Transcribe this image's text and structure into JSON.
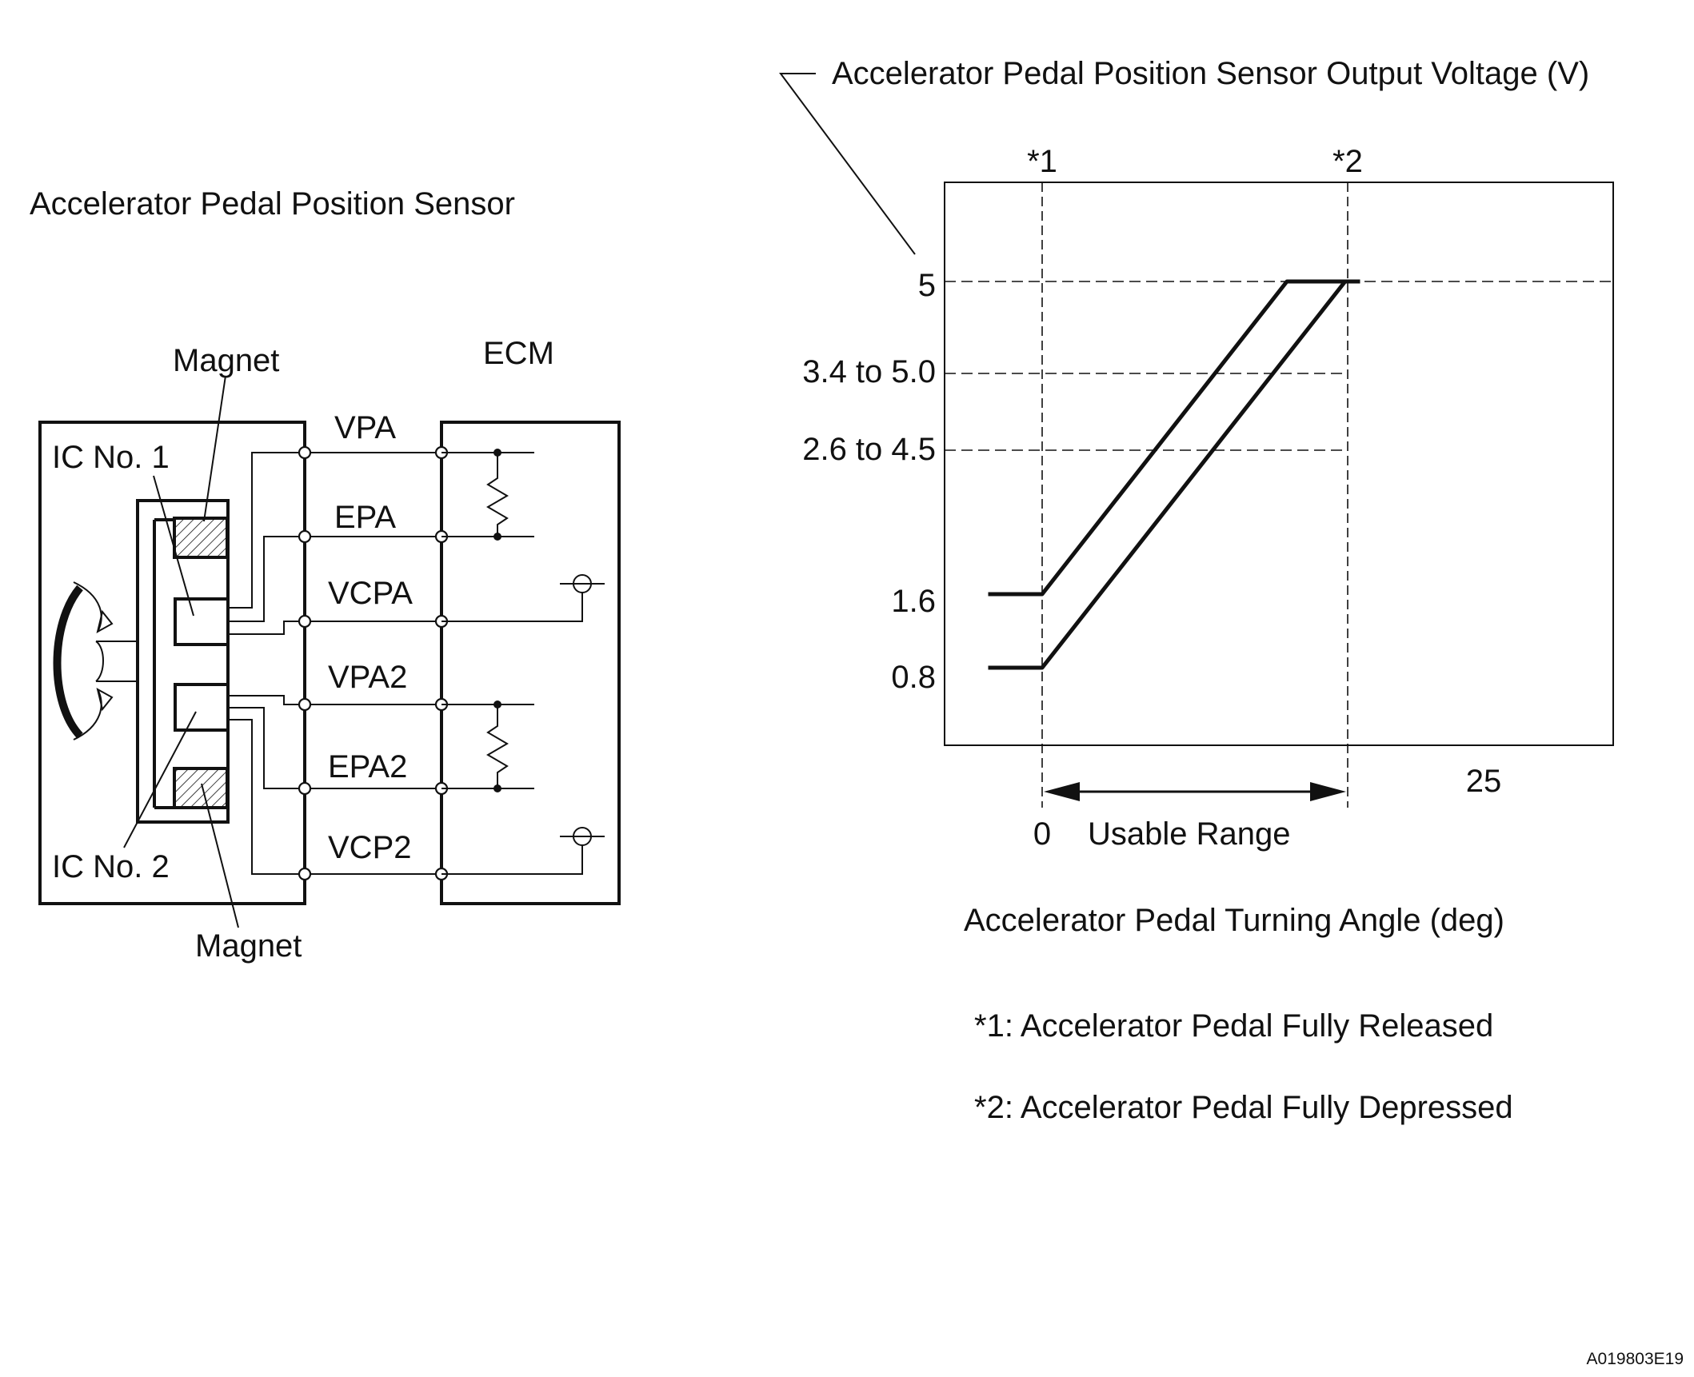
{
  "sensor": {
    "title": "Accelerator Pedal Position Sensor",
    "ecm_label": "ECM",
    "magnet_top_label": "Magnet",
    "magnet_bottom_label": "Magnet",
    "ic1_label": "IC No. 1",
    "ic2_label": "IC No. 2",
    "terminals": [
      "VPA",
      "EPA",
      "VCPA",
      "VPA2",
      "EPA2",
      "VCP2"
    ]
  },
  "chart_data": {
    "type": "line",
    "ylabel": "Accelerator Pedal Position Sensor Output Voltage (V)",
    "xlabel": "Accelerator Pedal Turning Angle (deg)",
    "y_tick_labels": [
      "5",
      "3.4 to 5.0",
      "2.6 to 4.5",
      "1.6",
      "0.8"
    ],
    "x_tick_labels": [
      "0",
      "25"
    ],
    "markers": [
      "*1",
      "*2"
    ],
    "usable_range_label": "Usable Range",
    "series": [
      {
        "x": [
          -9,
          0,
          40.8,
          53
        ],
        "y": [
          1.6,
          1.6,
          5.0,
          5.0
        ]
      },
      {
        "x": [
          -9,
          0,
          50.5,
          53
        ],
        "y": [
          0.8,
          0.8,
          5.0,
          5.0
        ]
      }
    ]
  },
  "footnotes": [
    "*1: Accelerator Pedal Fully Released",
    "*2: Accelerator Pedal Fully Depressed"
  ],
  "figure_code": "A019803E19"
}
